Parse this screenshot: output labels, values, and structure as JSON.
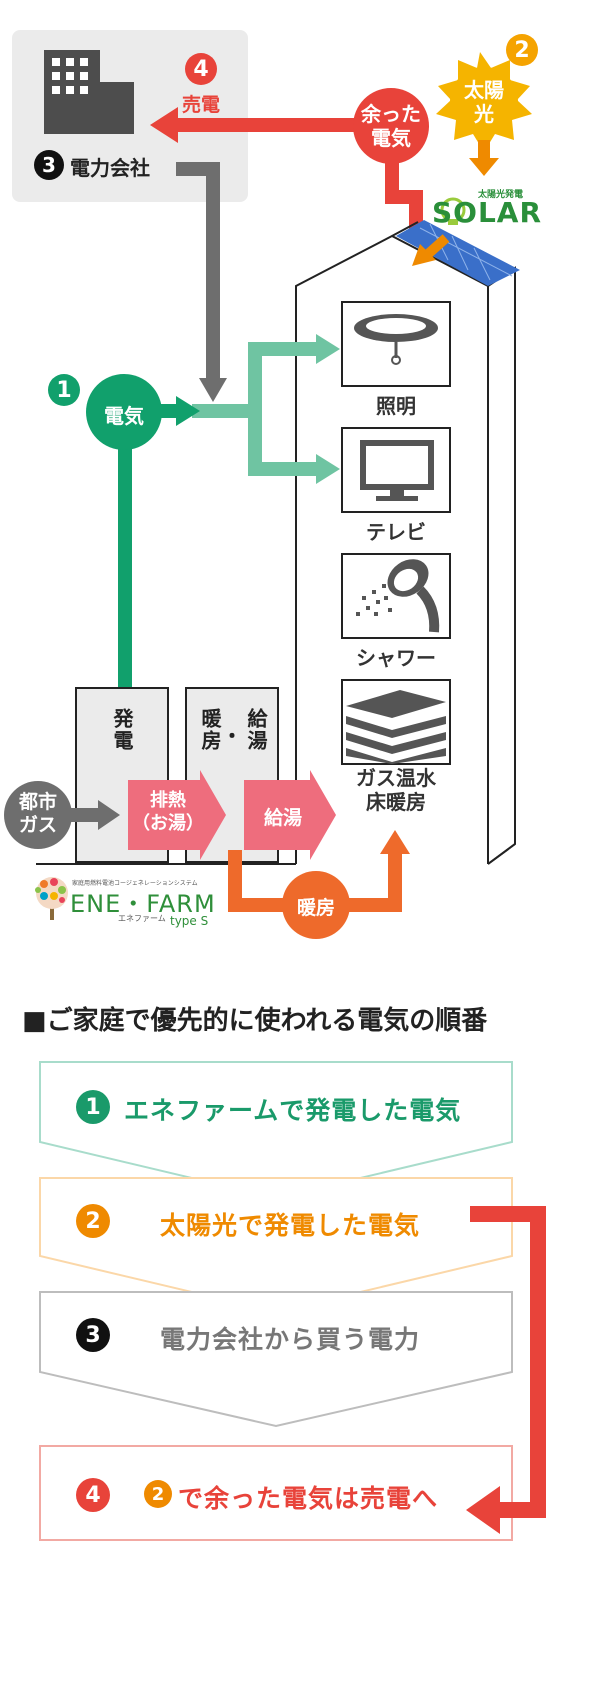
{
  "diagram": {
    "power_company": {
      "number": "3",
      "label": "電力会社"
    },
    "sell": {
      "number": "4",
      "label": "売電"
    },
    "surplus": {
      "label": "余った\n電気"
    },
    "sun": {
      "number": "2",
      "label": "太陽\n光"
    },
    "solar_logo": {
      "small": "太陽光発電",
      "text": "SOLAR"
    },
    "electricity": {
      "number": "1",
      "label": "電気"
    },
    "appliances": [
      {
        "label": "照明",
        "icon": "ceiling-light-icon"
      },
      {
        "label": "テレビ",
        "icon": "tv-icon"
      },
      {
        "label": "シャワー",
        "icon": "shower-icon"
      },
      {
        "label": "ガス温水\n床暖房",
        "icon": "floor-heating-icon"
      }
    ],
    "gen_unit": {
      "label": "発電"
    },
    "heat_unit": {
      "left": "暖房",
      "dot": "・",
      "right": "給湯"
    },
    "city_gas": {
      "label": "都市\nガス"
    },
    "exhaust": {
      "label": "排熱\n（お湯）"
    },
    "hot_water": {
      "label": "給湯"
    },
    "heating": {
      "label": "暖房"
    },
    "enefarm_logo": {
      "small": "家庭用燃料電池コージェネレーションシステム",
      "main": "ENE・FARM",
      "sub": "エネファーム",
      "type": "type S"
    }
  },
  "priority": {
    "heading": "■ご家庭で優先的に使われる電気の順番",
    "steps": [
      {
        "number": "1",
        "label": "エネファームで発電した電気",
        "color": "#1a9a6a"
      },
      {
        "number": "2",
        "label": "太陽光で発電した電気",
        "color": "#ef8a00"
      },
      {
        "number": "3",
        "label": "電力会社から買う電力",
        "color": "#777777"
      },
      {
        "number": "4",
        "ref": "2",
        "label": "で余った電気は売電へ",
        "color": "#e8433a"
      }
    ]
  },
  "colors": {
    "green": "#11a06c",
    "teal_arrow": "#6fc4a2",
    "red": "#e8433a",
    "orange": "#ee6a2b",
    "gray": "#6e6e6e",
    "pink": "#ee6d7d",
    "sun": "#f5b400"
  }
}
